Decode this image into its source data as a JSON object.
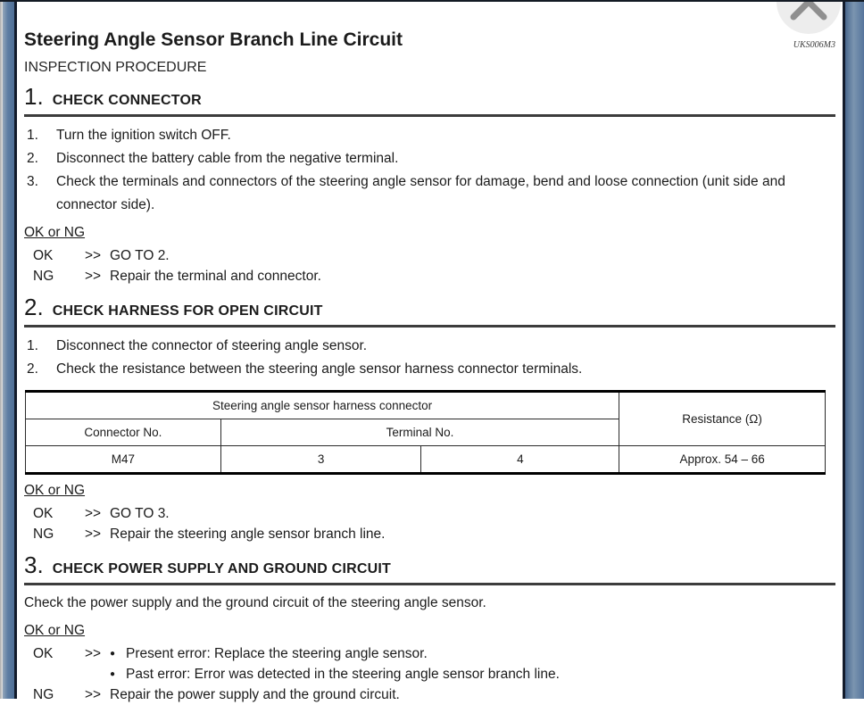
{
  "window": {
    "doc_code": "UKS006M3",
    "close_icon": "X"
  },
  "glyphs": {
    "bullet": "●"
  },
  "colors": {
    "frame_blue": "#5e7da3",
    "rule_gray": "#3c3c3c"
  },
  "page": {
    "title": "Steering Angle Sensor Branch Line Circuit",
    "subtitle": "INSPECTION PROCEDURE"
  },
  "sections": [
    {
      "num": "1.",
      "heading": "CHECK CONNECTOR",
      "steps": [
        {
          "num": "1.",
          "text": "Turn the ignition switch OFF."
        },
        {
          "num": "2.",
          "text": "Disconnect the battery cable from the negative terminal."
        },
        {
          "num": "3.",
          "text": "Check the terminals and connectors of the steering angle sensor for damage, bend and loose connection (unit side and connector side)."
        }
      ],
      "ok_or_ng_label": "OK or NG",
      "results": [
        {
          "label": "OK",
          "marker": ">>",
          "text": "GO TO 2."
        },
        {
          "label": "NG",
          "marker": ">>",
          "text": "Repair the terminal and connector."
        }
      ]
    },
    {
      "num": "2.",
      "heading": "CHECK HARNESS FOR OPEN CIRCUIT",
      "steps": [
        {
          "num": "1.",
          "text": "Disconnect the connector of steering angle sensor."
        },
        {
          "num": "2.",
          "text": "Check the resistance between the steering angle sensor harness connector terminals."
        }
      ],
      "table": {
        "group_header": "Steering angle sensor harness connector",
        "resistance_header": "Resistance (Ω)",
        "col_headers": {
          "connector": "Connector No.",
          "terminal": "Terminal No."
        },
        "row": {
          "connector": "M47",
          "terminal_a": "3",
          "terminal_b": "4",
          "resistance": "Approx. 54 – 66"
        }
      },
      "ok_or_ng_label": "OK or NG",
      "results": [
        {
          "label": "OK",
          "marker": ">>",
          "text": "GO TO 3."
        },
        {
          "label": "NG",
          "marker": ">>",
          "text": "Repair the steering angle sensor branch line."
        }
      ]
    },
    {
      "num": "3.",
      "heading": "CHECK POWER SUPPLY AND GROUND CIRCUIT",
      "paragraph": "Check the power supply and the ground circuit of the steering angle sensor.",
      "ok_or_ng_label": "OK or NG",
      "results": [
        {
          "label": "OK",
          "marker": ">>",
          "bullets": [
            "Present error: Replace the steering angle sensor.",
            "Past error: Error was detected in the steering angle sensor branch line."
          ]
        },
        {
          "label": "NG",
          "marker": ">>",
          "text": "Repair the power supply and the ground circuit."
        }
      ]
    }
  ]
}
